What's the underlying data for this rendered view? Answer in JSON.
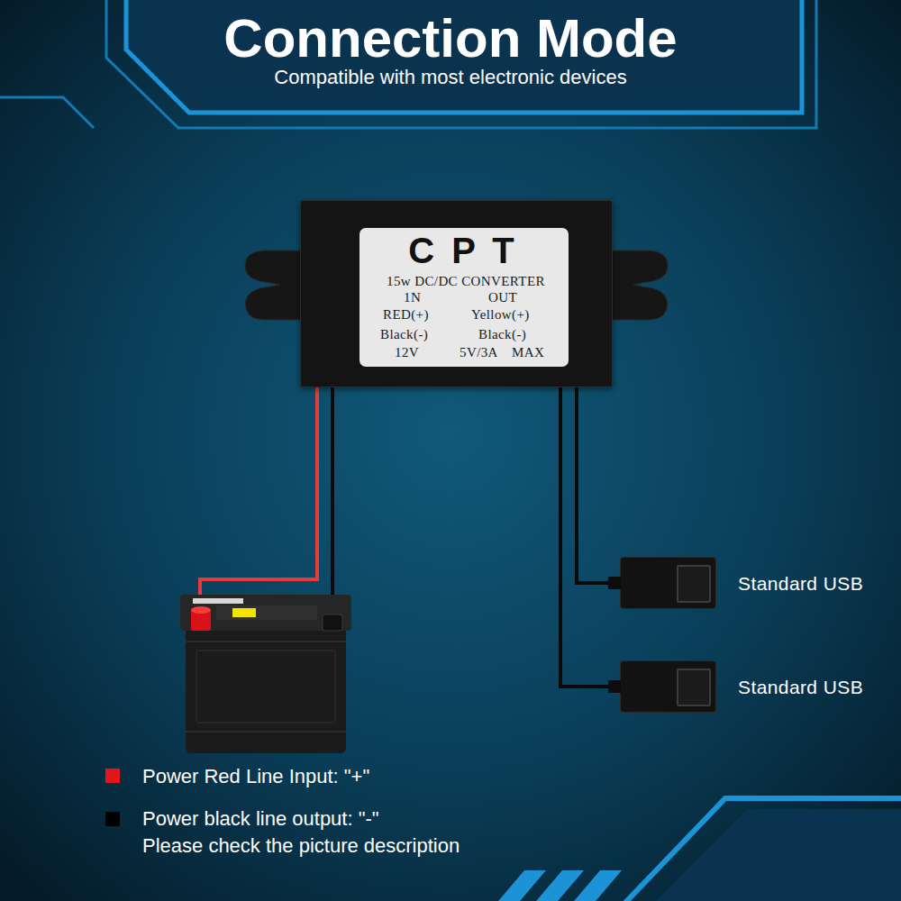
{
  "diagram": {
    "title": "Connection Mode",
    "nodes": [
      {
        "text": [
          "C P T",
          "15w DC/DC CONVERTER",
          "1N",
          "OUT",
          "RED(+)",
          "Yellow(+)",
          "Black(-)",
          "Black(-)",
          "12V",
          "5V/3A",
          "MAX"
        ]
      },
      {
        "text": [
          "Standard USB"
        ]
      },
      {
        "text": [
          "Standard USB"
        ]
      }
    ],
    "edges": [
      {
        "from": 0,
        "to": 1,
        "arrow": "none"
      },
      {
        "from": 0,
        "to": 2,
        "arrow": "none"
      }
    ],
    "labels": [
      "Compatible with most electronic devices",
      "Please check the picture description"
    ],
    "legend": [
      {
        "text": "Power Red Line Input: \"+\"",
        "color": "#e3141b"
      },
      {
        "text": "Power black line output: \"-\"",
        "color": "#000000"
      }
    ]
  }
}
